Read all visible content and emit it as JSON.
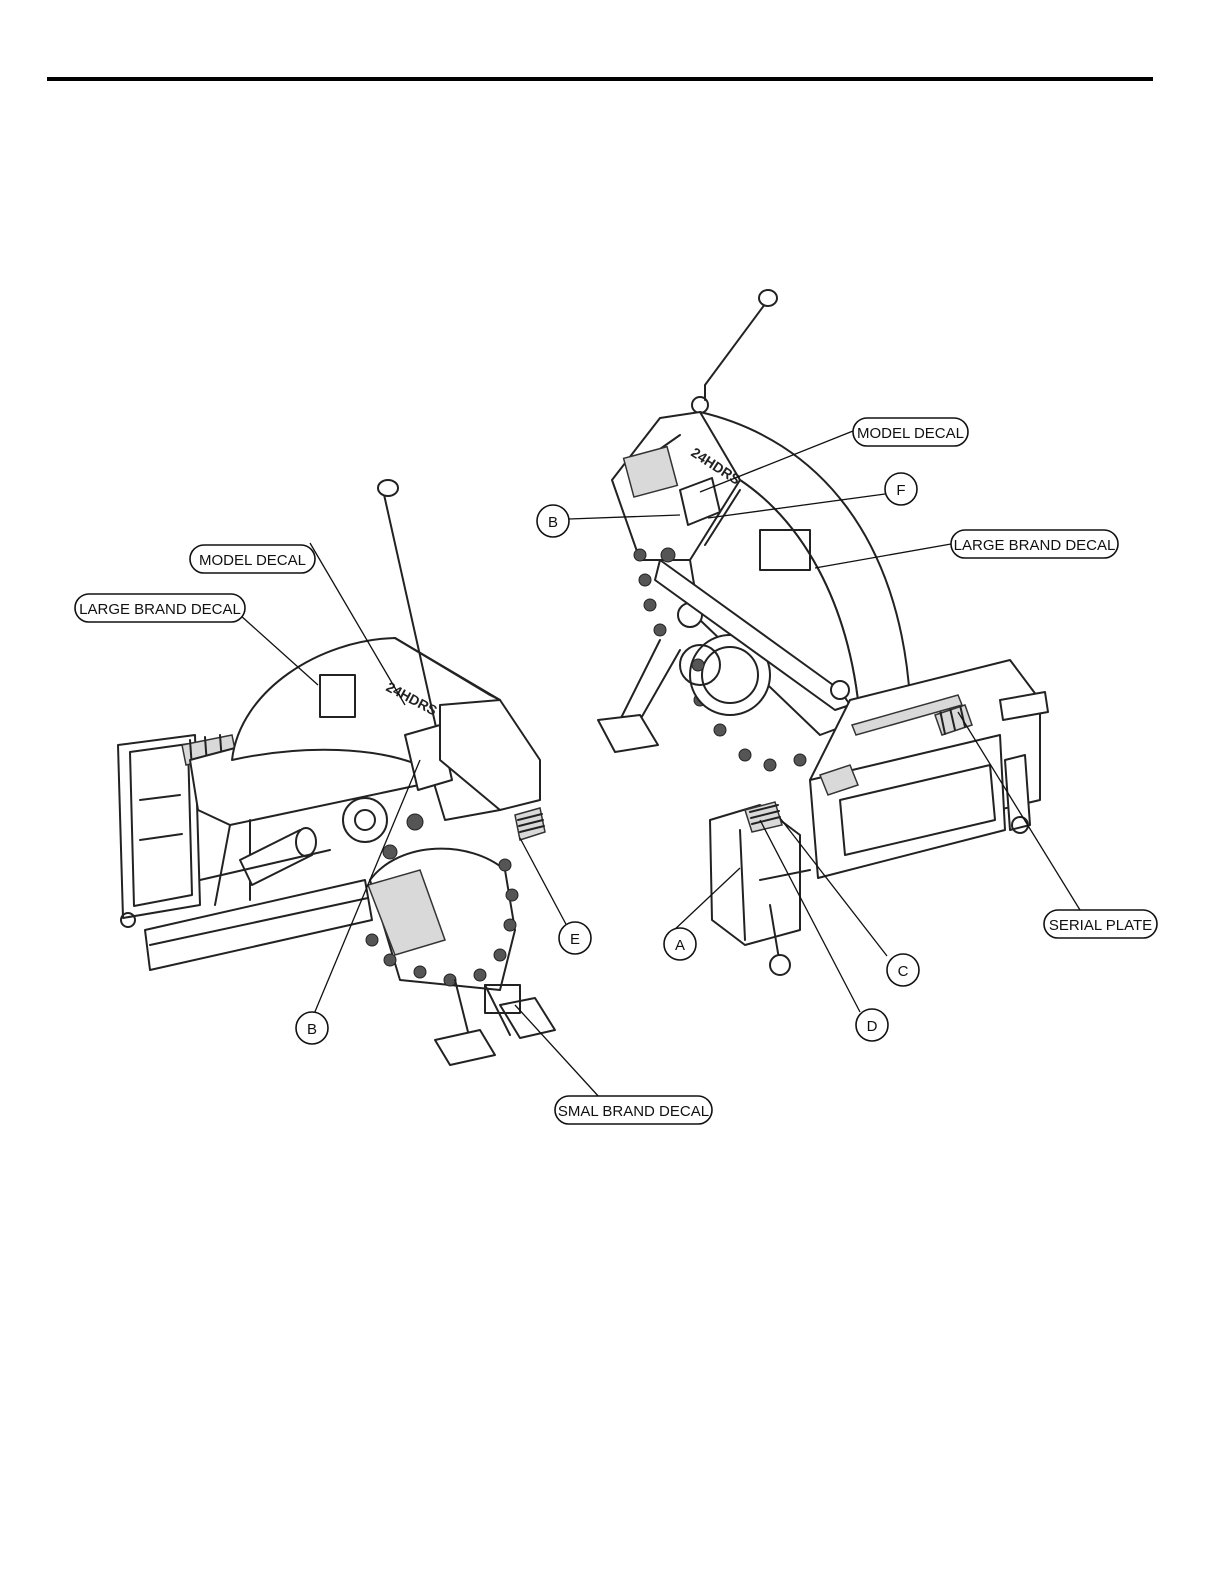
{
  "callouts": {
    "left_model_decal": "MODEL DECAL",
    "left_large_brand_decal": "LARGE BRAND DECAL",
    "left_b": "B",
    "left_e": "E",
    "left_small_brand_decal": "SMAL BRAND DECAL",
    "right_model_decal": "MODEL DECAL",
    "right_large_brand_decal": "LARGE BRAND DECAL",
    "right_b": "B",
    "right_f": "F",
    "right_a": "A",
    "right_c": "C",
    "right_d": "D",
    "right_serial_plate": "SERIAL PLATE"
  },
  "machine_text": {
    "left_side_lettering": "24HDRS",
    "right_side_lettering": "24HDRS"
  }
}
